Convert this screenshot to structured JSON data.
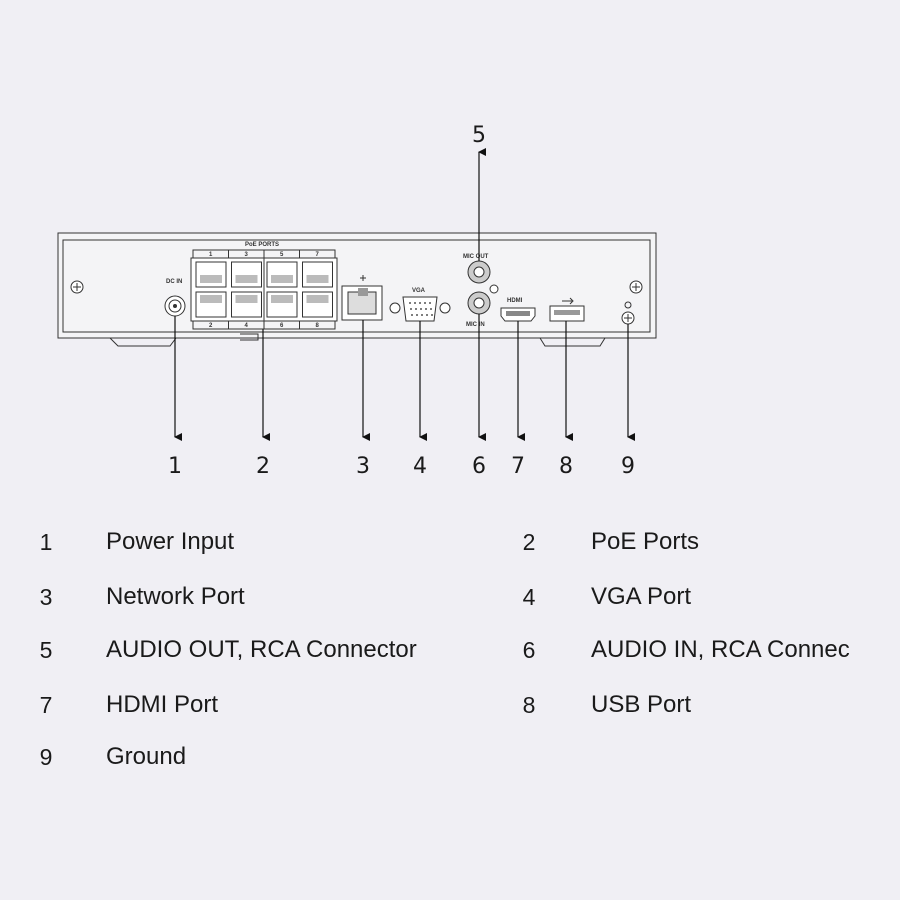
{
  "device_labels": {
    "poe_ports": "PoE PORTS",
    "poe_top_numbers": [
      "1",
      "3",
      "5",
      "7"
    ],
    "poe_bottom_numbers": [
      "2",
      "4",
      "6",
      "8"
    ],
    "dc_in": "DC IN",
    "vga": "VGA",
    "mic_out": "MIC OUT",
    "mic_in": "MIC IN",
    "hdmi": "HDMI"
  },
  "callouts": [
    "1",
    "2",
    "3",
    "4",
    "5",
    "6",
    "7",
    "8",
    "9"
  ],
  "legend": [
    {
      "num": "1",
      "label": "Power Input"
    },
    {
      "num": "2",
      "label": "PoE Ports"
    },
    {
      "num": "3",
      "label": "Network Port"
    },
    {
      "num": "4",
      "label": "VGA Port"
    },
    {
      "num": "5",
      "label": "AUDIO OUT, RCA Connector"
    },
    {
      "num": "6",
      "label": "AUDIO IN, RCA Connec"
    },
    {
      "num": "7",
      "label": "HDMI Port"
    },
    {
      "num": "8",
      "label": "USB Port"
    },
    {
      "num": "9",
      "label": "Ground"
    }
  ]
}
